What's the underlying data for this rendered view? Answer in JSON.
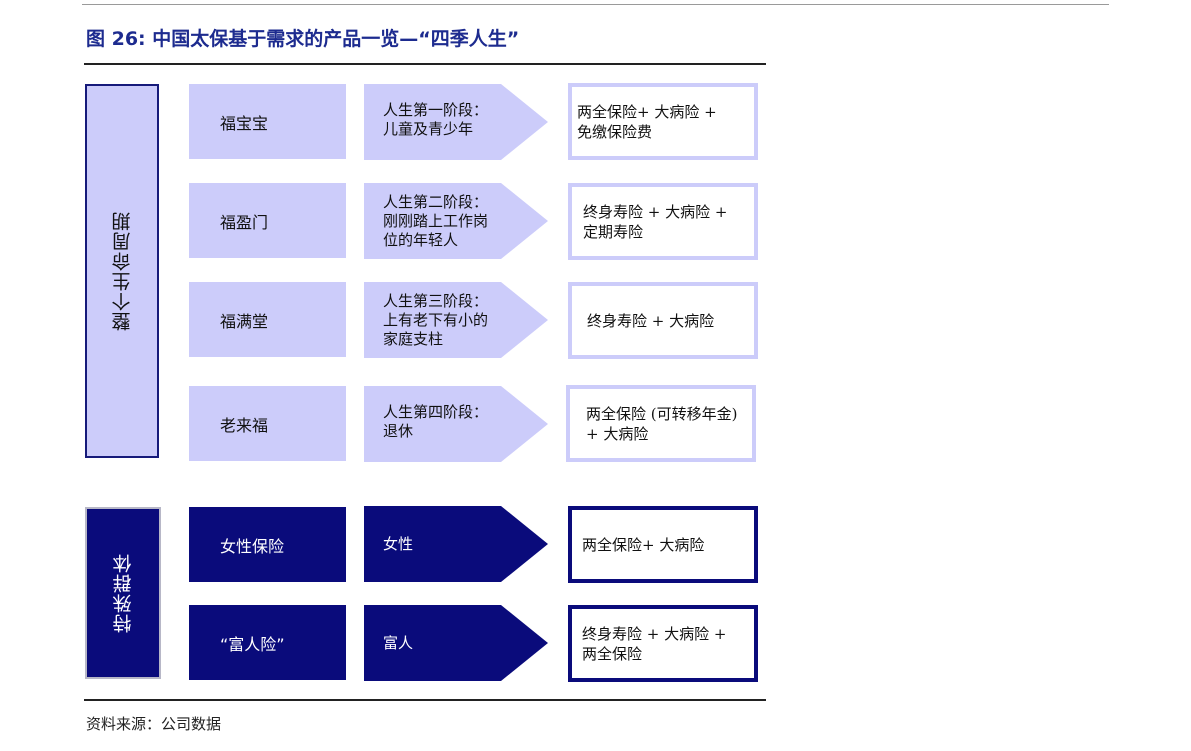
{
  "title": "图 26: 中国太保基于需求的产品一览—“四季人生”",
  "source": "资料来源：公司数据",
  "colors": {
    "light_fill": "#ccccfa",
    "dark_fill": "#0a0b7b",
    "title_color": "#1d2b8f"
  },
  "groups": {
    "lifecycle": "整个生命周期",
    "special": "特殊群体"
  },
  "rows": [
    {
      "product": "福宝宝",
      "stage": [
        "人生第一阶段：",
        "儿童及青少年"
      ],
      "coverage": [
        "两全保险+ 大病险 +",
        "免缴保险费"
      ]
    },
    {
      "product": "福盈门",
      "stage": [
        "人生第二阶段：",
        "刚刚踏上工作岗",
        "位的年轻人"
      ],
      "coverage": [
        "终身寿险 + 大病险 +",
        "定期寿险"
      ]
    },
    {
      "product": "福满堂",
      "stage": [
        "人生第三阶段：",
        "上有老下有小的",
        "家庭支柱"
      ],
      "coverage": [
        "终身寿险 + 大病险"
      ]
    },
    {
      "product": "老来福",
      "stage": [
        "人生第四阶段：",
        "退休"
      ],
      "coverage": [
        "两全保险 (可转移年金)",
        " + 大病险"
      ]
    },
    {
      "product": "女性保险",
      "stage": [
        "女性"
      ],
      "coverage": [
        "两全保险+ 大病险"
      ]
    },
    {
      "product": "“富人险”",
      "stage": [
        "富人"
      ],
      "coverage": [
        "终身寿险 + 大病险 +",
        "两全保险"
      ]
    }
  ]
}
